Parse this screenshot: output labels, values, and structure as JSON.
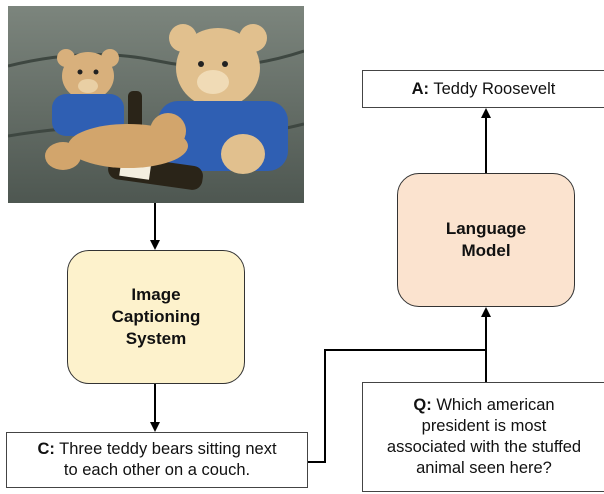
{
  "captioning_system": {
    "label": "Image Captioning System",
    "lines": [
      "Image",
      "Captioning",
      "System"
    ]
  },
  "language_model": {
    "label": "Language Model",
    "lines": [
      "Language",
      "Model"
    ]
  },
  "answer": {
    "prefix": "A:",
    "text": " Teddy Roosevelt"
  },
  "caption": {
    "prefix": "C:",
    "line1": " Three teddy bears sitting next",
    "line2": "to each other on a couch."
  },
  "question": {
    "prefix": "Q:",
    "line1": " Which american",
    "line2": "president is most",
    "line3": "associated with the stuffed",
    "line4": "animal seen here?"
  },
  "image": {
    "icon": "teddy-bears-photo",
    "colors": {
      "couch": "#5f6a63",
      "bear": "#d8b07c",
      "shirt": "#2f5fb3",
      "bottle": "#2a2418"
    }
  },
  "colors": {
    "captioner_fill": "#fdf2cc",
    "lm_fill": "#fbe3cf",
    "stroke": "#000000"
  }
}
